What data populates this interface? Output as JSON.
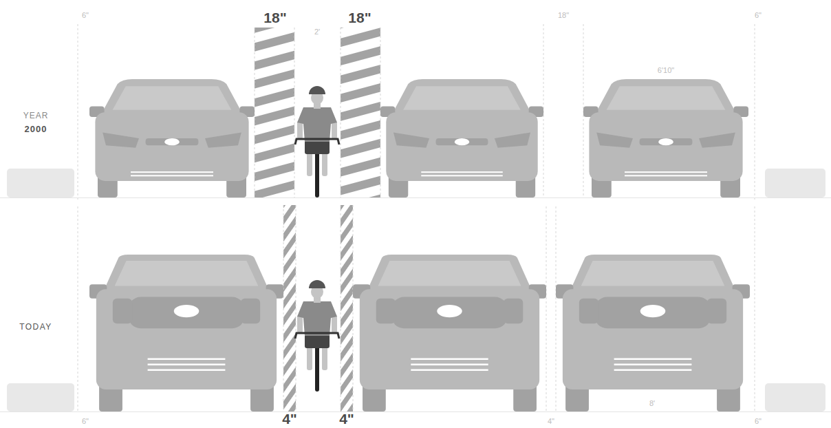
{
  "diagram": {
    "labels": [
      "6\"",
      "18\"",
      "2'",
      "18\"",
      "18\"",
      "6\"",
      "6'10\"",
      "YEAR",
      "2000",
      "TODAY",
      "8'",
      "6\"",
      "4\"",
      "4\"",
      "4\"",
      "6\""
    ]
  }
}
